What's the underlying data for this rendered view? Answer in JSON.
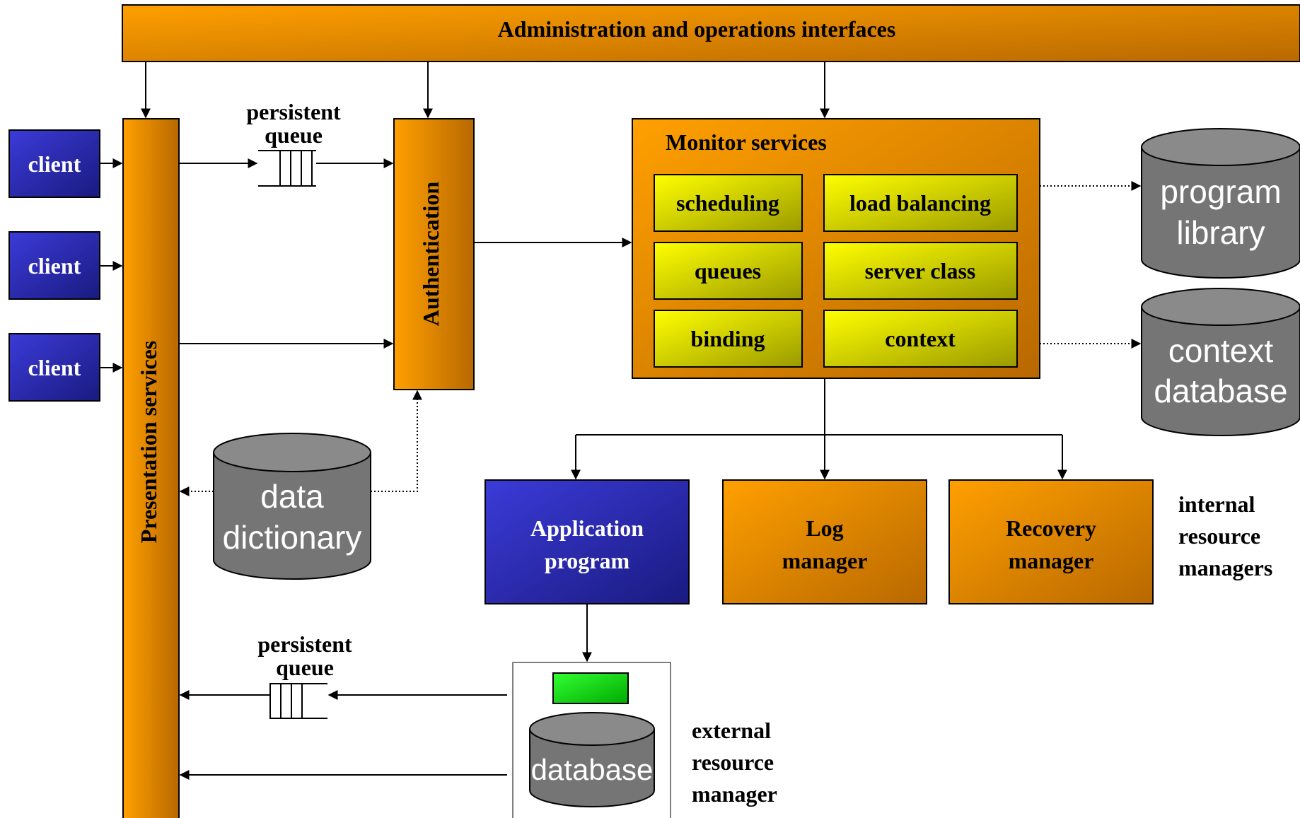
{
  "admin_bar": {
    "label": "Administration and operations interfaces"
  },
  "clients": [
    "client",
    "client",
    "client"
  ],
  "presentation": {
    "label": "Presentation services"
  },
  "persistent_queue_top": {
    "line1": "persistent",
    "line2": "queue"
  },
  "persistent_queue_bottom": {
    "line1": "persistent",
    "line2": "queue"
  },
  "authentication": {
    "label": "Authentication"
  },
  "monitor": {
    "title": "Monitor services",
    "cells": [
      "scheduling",
      "load balancing",
      "queues",
      "server class",
      "binding",
      "context"
    ]
  },
  "program_library": {
    "line1": "program",
    "line2": "library"
  },
  "context_database": {
    "line1": "context",
    "line2": "database"
  },
  "data_dictionary": {
    "line1": "data",
    "line2": "dictionary"
  },
  "application_program": {
    "line1": "Application",
    "line2": "program"
  },
  "log_manager": {
    "line1": "Log",
    "line2": "manager"
  },
  "recovery_manager": {
    "line1": "Recovery",
    "line2": "manager"
  },
  "internal_rm_note": {
    "line1": "internal",
    "line2": "resource",
    "line3": "managers"
  },
  "external_db": {
    "label": "database"
  },
  "external_rm_note": {
    "line1": "external",
    "line2": "resource",
    "line3": "manager"
  },
  "colors": {
    "orange_light": "#ffa000",
    "orange_dark": "#b86800",
    "blue_light": "#3b3bd9",
    "blue_dark": "#1a1a80",
    "yellow_light": "#ffff00",
    "yellow_dark": "#9a9a00",
    "gray_db": "#757575",
    "green": "#00cc00"
  }
}
